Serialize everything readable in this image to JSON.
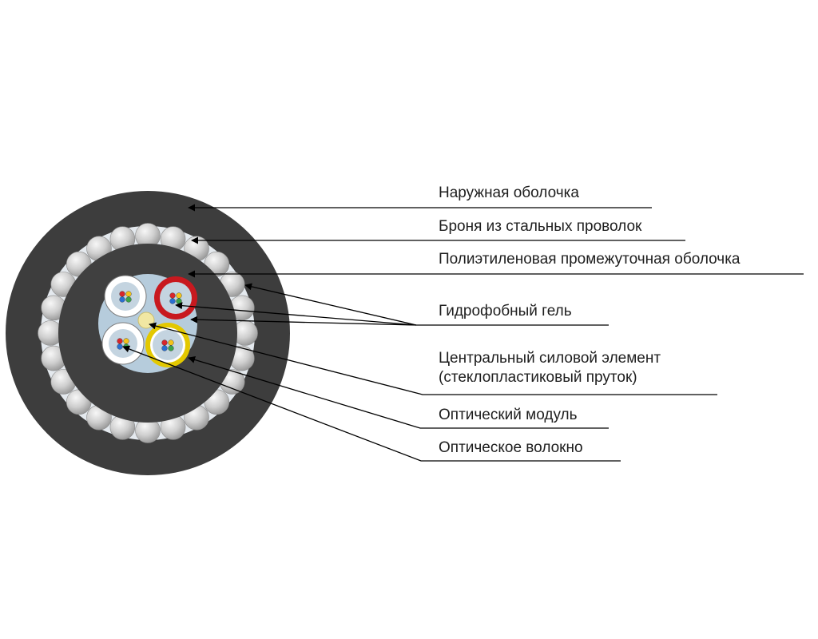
{
  "labels": {
    "outer_sheath": "Наружная оболочка",
    "steel_armor": "Броня из стальных проволок",
    "intermediate_sheath": "Полиэтиленовая промежуточная оболочка",
    "gel": "Гидрофобный гель",
    "central_member_line1": "Центральный силовой элемент",
    "central_member_line2": "(стеклопластиковый пруток)",
    "optical_module": "Оптический модуль",
    "optical_fiber": "Оптическое волокно"
  },
  "colors": {
    "outer_sheath": "#3d3d3d",
    "armor_band": "#e4e9ee",
    "armor_wire": "#c8c8c8",
    "inner_sheath": "#404040",
    "gel": "#b6ccdc",
    "central_member": "#f1e7a3",
    "module_red": "#c8191f",
    "module_yellow": "#e3c800",
    "module_white": "#ffffff"
  }
}
